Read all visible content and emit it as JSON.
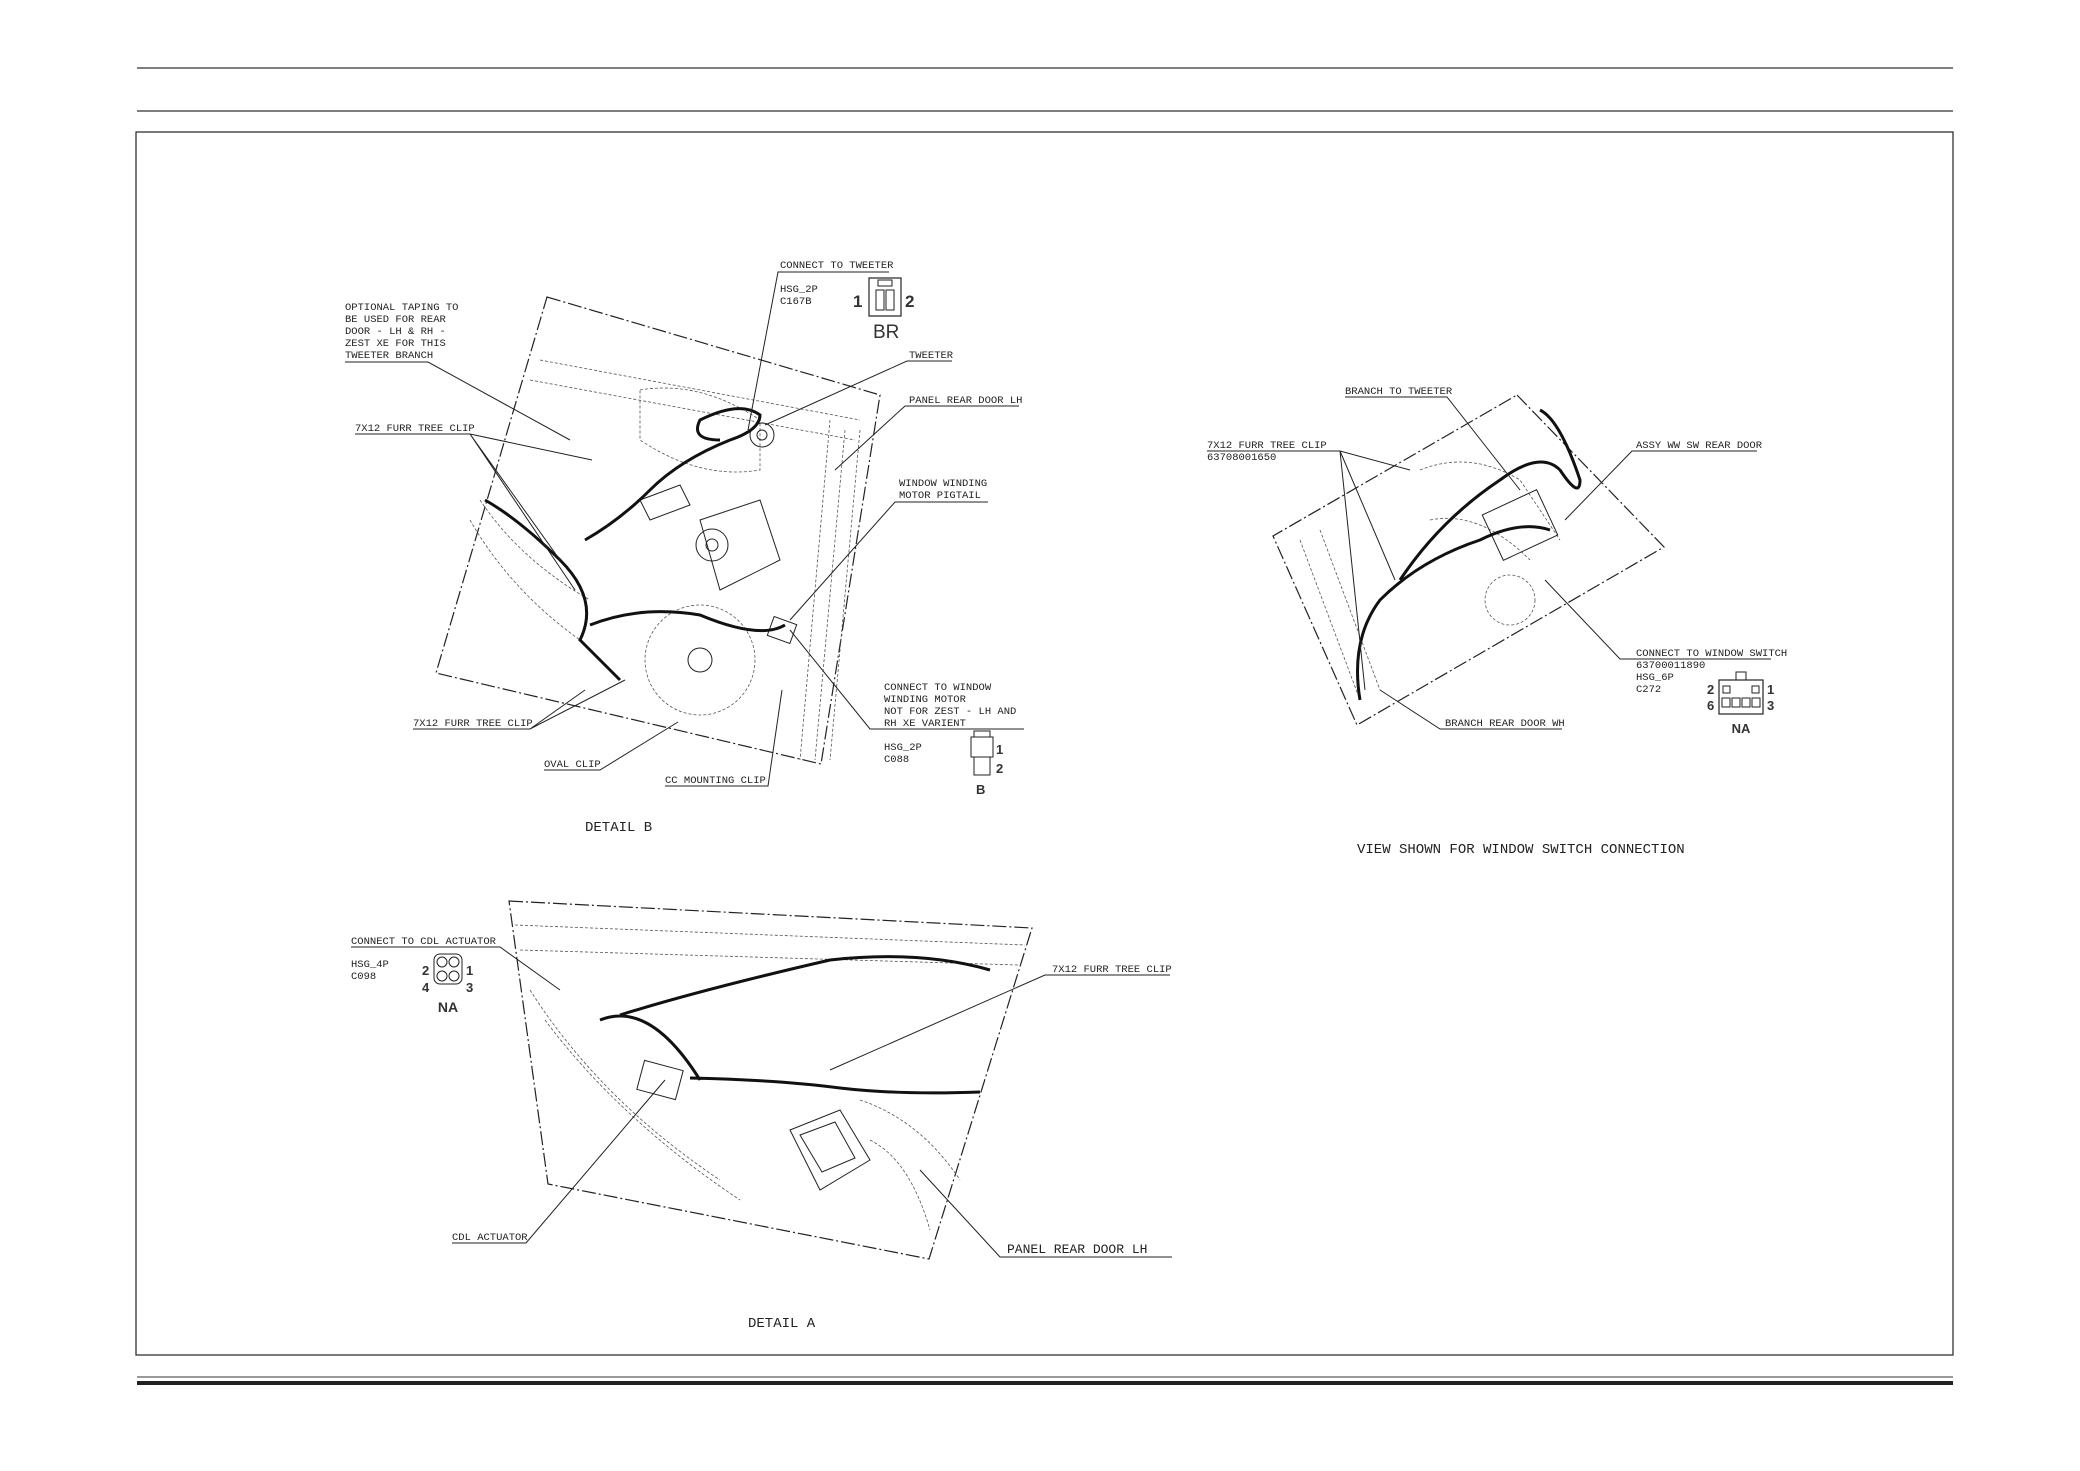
{
  "detail_b": {
    "title": "DETAIL B",
    "connect_to_tweeter": "CONNECT TO TWEETER",
    "tweeter_housing": "HSG_2P",
    "tweeter_connector_id": "C167B",
    "tweeter_color_code": "BR",
    "tweeter_pin_1": "1",
    "tweeter_pin_2": "2",
    "optional_taping": [
      "OPTIONAL TAPING TO",
      "BE USED FOR REAR",
      "DOOR - LH & RH -",
      "ZEST XE FOR THIS",
      "TWEETER BRANCH"
    ],
    "tweeter": "TWEETER",
    "panel_rear_door": "PANEL REAR DOOR LH",
    "furr_tree_clip_top": "7X12 FURR TREE CLIP",
    "motor_pigtail": [
      "WINDOW WINDING",
      "MOTOR PIGTAIL"
    ],
    "connect_to_motor": [
      "CONNECT TO WINDOW",
      "WINDING MOTOR",
      "NOT FOR ZEST - LH AND",
      "RH XE VARIENT"
    ],
    "motor_housing": "HSG_2P",
    "motor_connector_id": "C088",
    "motor_pin_1": "1",
    "motor_pin_2": "2",
    "motor_color_code": "B",
    "furr_tree_clip_bottom": "7X12 FURR TREE CLIP",
    "oval_clip": "OVAL CLIP",
    "cc_mounting_clip": "CC MOUNTING CLIP"
  },
  "switch_view": {
    "title": "VIEW SHOWN FOR WINDOW SWITCH CONNECTION",
    "branch_to_tweeter": "BRANCH TO TWEETER",
    "furr_tree_clip": "7X12 FURR TREE CLIP",
    "furr_tree_clip_part_no": "63708001650",
    "assy_ww_sw": "ASSY WW SW REAR DOOR",
    "connect_to_switch": "CONNECT TO WINDOW SWITCH",
    "switch_part_no": "63700011890",
    "switch_housing": "HSG_6P",
    "switch_connector_id": "C272",
    "pins": [
      "2",
      "1",
      "6",
      "3"
    ],
    "color_code": "NA",
    "branch_rear_door": "BRANCH REAR DOOR WH"
  },
  "detail_a": {
    "title": "DETAIL A",
    "connect_to_cdl": "CONNECT TO CDL ACTUATOR",
    "cdl_housing": "HSG_4P",
    "cdl_connector_id": "C098",
    "pins": [
      "2",
      "1",
      "4",
      "3"
    ],
    "color_code": "NA",
    "furr_tree_clip": "7X12 FURR TREE CLIP",
    "cdl_actuator": "CDL ACTUATOR",
    "panel_rear_door": "PANEL REAR DOOR LH"
  }
}
